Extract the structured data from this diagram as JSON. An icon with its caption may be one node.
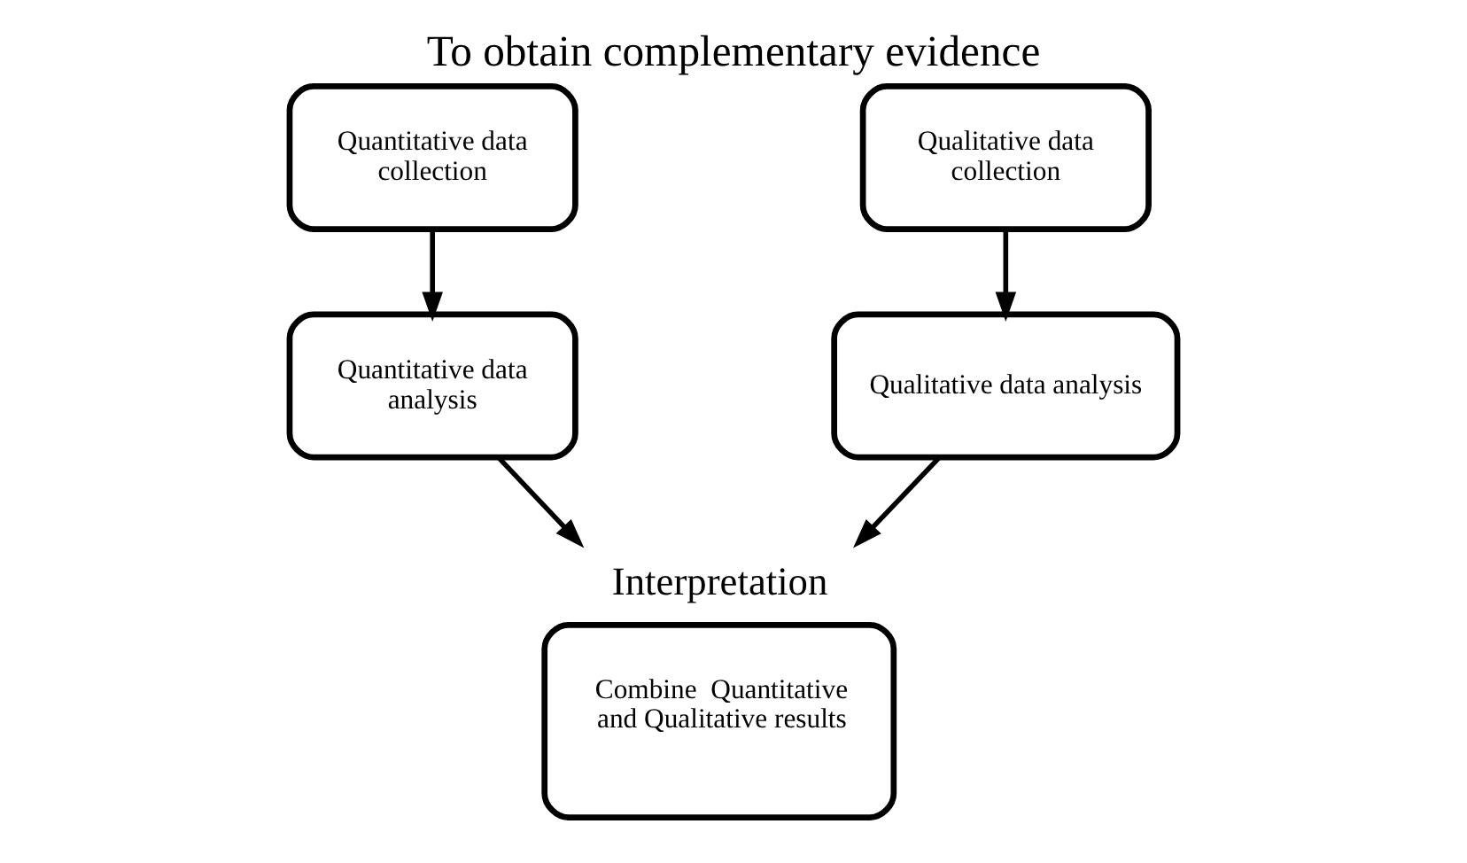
{
  "diagram": {
    "title": "To obtain complementary evidence",
    "nodes": [
      {
        "text": [
          "Quantitative data collection"
        ]
      },
      {
        "text": [
          "Qualitative data collection"
        ]
      },
      {
        "text": [
          "Quantitative data analysis"
        ]
      },
      {
        "text": [
          "Qualitative data analysis"
        ]
      },
      {
        "text": [
          "Interpretation",
          "Combine  Quantitative and Qualitative results"
        ]
      }
    ],
    "edges": [
      {
        "from": 0,
        "to": 2,
        "arrow": "to"
      },
      {
        "from": 1,
        "to": 3,
        "arrow": "to"
      },
      {
        "from": 2,
        "to": 4,
        "arrow": "to"
      },
      {
        "from": 3,
        "to": 4,
        "arrow": "to"
      }
    ]
  }
}
